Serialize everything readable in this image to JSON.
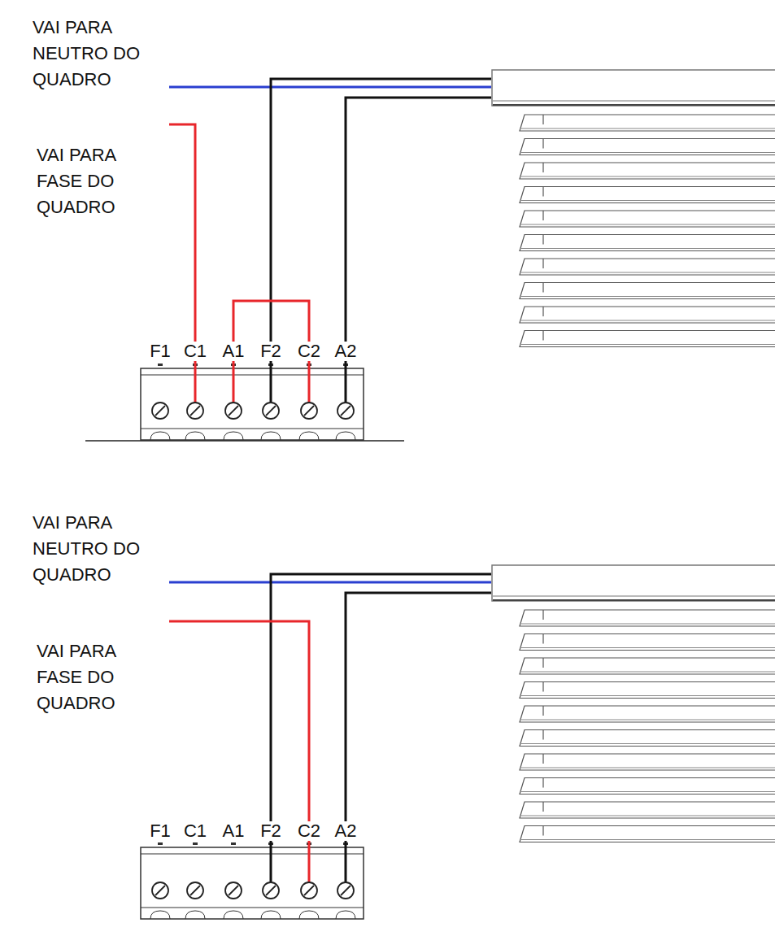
{
  "diagram": {
    "labels": [
      "VAI PARA NEUTRO DO QUADRO",
      "VAI PARA FASE DO QUADRO",
      "F1",
      "C1",
      "A1",
      "F2",
      "C2",
      "A2",
      "VAI PARA NEUTRO DO QUADRO",
      "VAI PARA FASE DO QUADRO",
      "F1",
      "C1",
      "A1",
      "F2",
      "C2",
      "A2"
    ]
  }
}
